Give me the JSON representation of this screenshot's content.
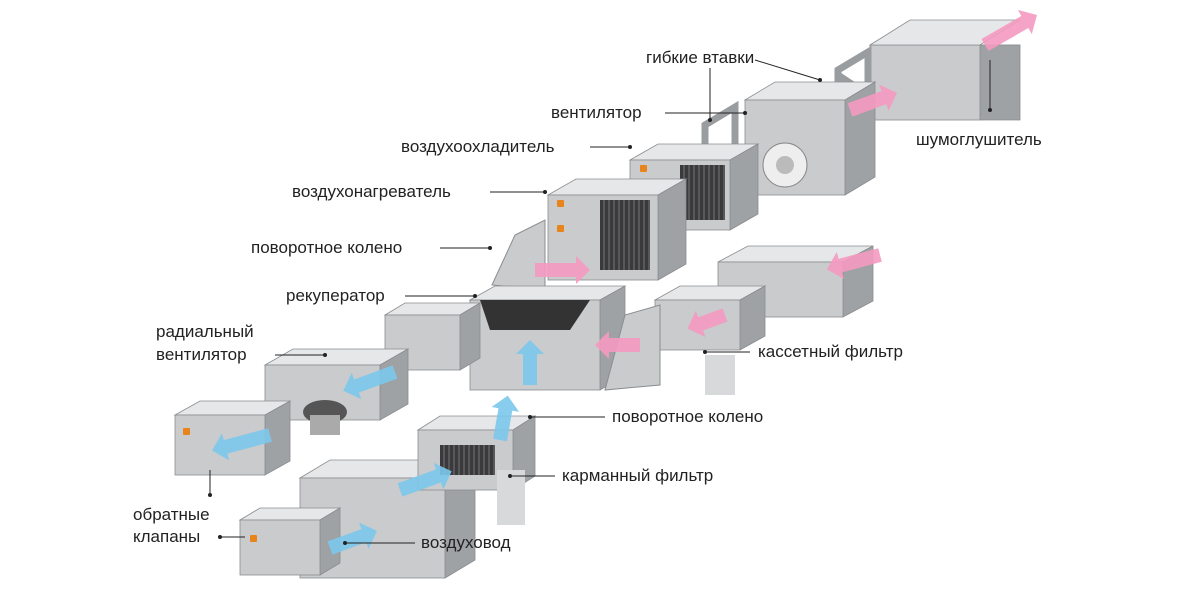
{
  "labels": {
    "flexible_inserts": "гибкие втавки",
    "fan": "вентилятор",
    "silencer": "шумоглушитель",
    "air_cooler": "воздухоохладитель",
    "air_heater": "воздухонагреватель",
    "elbow_top": "поворотное колено",
    "recuperator": "рекуператор",
    "radial_fan_line1": "радиальный",
    "radial_fan_line2": "вентилятор",
    "cassette_filter": "кассетный фильтр",
    "elbow_bottom": "поворотное колено",
    "pocket_filter": "карманный фильтр",
    "check_valves_line1": "обратные",
    "check_valves_line2": "клапаны",
    "air_duct": "воздуховод"
  },
  "colors": {
    "supply_arrow": "#f49ac1",
    "exhaust_arrow": "#7cc8ec",
    "metal_front": "#c9cbcd",
    "metal_top": "#e6e7e8",
    "metal_side": "#9fa2a5",
    "indicator": "#e8841c"
  }
}
